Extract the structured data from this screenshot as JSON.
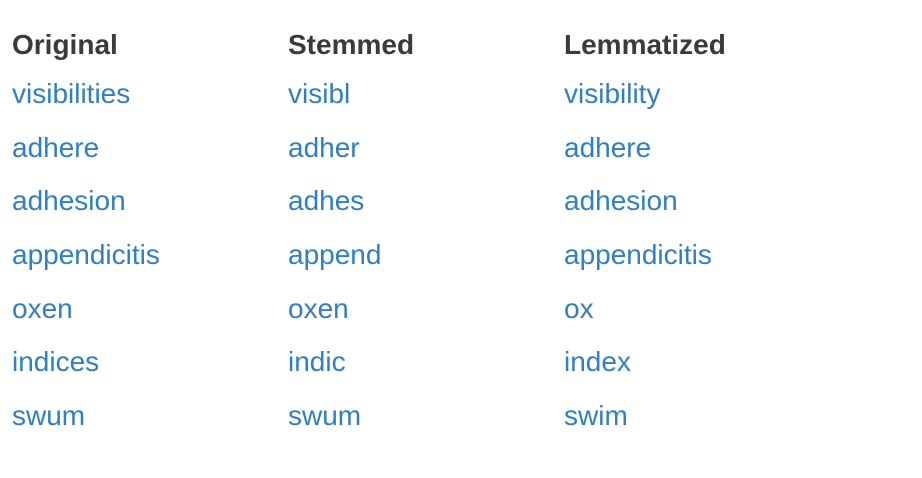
{
  "table": {
    "headers": [
      "Original",
      "Stemmed",
      "Lemmatized"
    ],
    "rows": [
      [
        "visibilities",
        "visibl",
        "visibility"
      ],
      [
        "adhere",
        "adher",
        "adhere"
      ],
      [
        "adhesion",
        "adhes",
        "adhesion"
      ],
      [
        "appendicitis",
        "append",
        "appendicitis"
      ],
      [
        "oxen",
        "oxen",
        "ox"
      ],
      [
        "indices",
        "indic",
        "index"
      ],
      [
        "swum",
        "swum",
        "swim"
      ]
    ]
  },
  "colors": {
    "header_text": "#3a3a3a",
    "cell_text": "#2f7fc2",
    "background": "#ffffff"
  }
}
